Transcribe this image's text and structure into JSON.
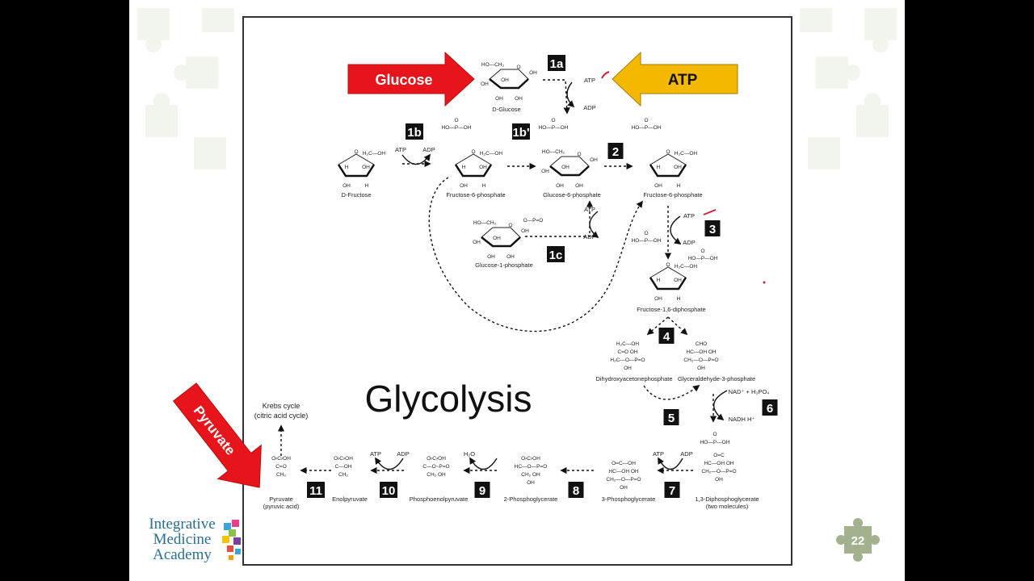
{
  "slide": {
    "title": "Glycolysis",
    "page_number": "22",
    "logo": {
      "line1": "Integrative",
      "line2": "Medicine",
      "line3": "Academy"
    }
  },
  "callouts": {
    "glucose": {
      "label": "Glucose",
      "color": "#e8141b"
    },
    "atp": {
      "label": "ATP",
      "color": "#f5b800"
    },
    "pyruvate": {
      "label": "Pyruvate",
      "color": "#e8141b"
    }
  },
  "steps": [
    "1a",
    "1b",
    "1b'",
    "1c",
    "2",
    "3",
    "4",
    "5",
    "6",
    "7",
    "8",
    "9",
    "10",
    "11"
  ],
  "molecules": {
    "d_glucose": "D-Glucose",
    "d_fructose": "D-Fructose",
    "fructose_6_phosphate_a": "Fructose-6-phosphate",
    "glucose_6_phosphate": "Glucose-6-phosphate",
    "fructose_6_phosphate_b": "Fructose-6-phosphate",
    "glucose_1_phosphate": "Glucose-1-phosphate",
    "fructose_1_6_diphosphate": "Fructose-1,6-diphosphate",
    "dihydroxyacetonephosphate": "Dihydroxyacetonephosphate",
    "glyceraldehyde_3_phosphate": "Glyceraldehyde-3-phosphate",
    "diphosphoglycerate": "1,3-Diphosphoglycerate",
    "diphosphoglycerate_note": "(two molecules)",
    "phosphoglycerate_3": "3-Phosphoglycerate",
    "phosphoglycerate_2": "2-Phosphoglycerate",
    "phosphoenolpyruvate": "Phosphoenolpyruvate",
    "enolpyruvate": "Enolpyruvate",
    "pyruvate": "Pyruvate",
    "pyruvate_note": "(pyruvic acid)",
    "krebs": "Krebs cycle",
    "krebs_note": "(citric acid cycle)"
  },
  "cofactors": {
    "atp": "ATP",
    "adp": "ADP",
    "nad": "NAD⁺ + H₃PO₄",
    "nadh": "NADH H⁺",
    "h2o": "H₂O"
  },
  "fragments": {
    "phosphate": "HO—P—OH",
    "phosphate_o": "O",
    "ch2": "CH₂",
    "ho_ch2": "HO—CH₂",
    "h2c_oh": "H₂C—OH",
    "oh": "OH",
    "h": "H",
    "ring_o": "O",
    "p_side": "O—P=O",
    "dhap": [
      "H₂C—OH",
      "C=O   OH",
      "H₂C—O—P=O",
      "OH"
    ],
    "g3p": [
      "CHO",
      "HC—OH  OH",
      "CH₂—O—P=O",
      "OH"
    ],
    "bpg": [
      "O=C",
      "HC—OH   OH",
      "CH₂—O—P=O",
      "OH"
    ],
    "pg3": [
      "O=C—OH",
      "HC—OH  OH",
      "CH₂—O—P=O",
      "OH"
    ],
    "pg2": [
      "O⸗C⸗OH",
      "HC—O—P=O",
      "CH₂  OH",
      "OH"
    ],
    "pep": [
      "O⸗C⸗OH",
      "C—O~P=O",
      "CH₂   OH"
    ],
    "enol": [
      "O⸗C⸗OH",
      "C—OH",
      "CH₂"
    ],
    "pyr": [
      "O⸗C⸗OH",
      "C=O",
      "CH₃"
    ]
  }
}
